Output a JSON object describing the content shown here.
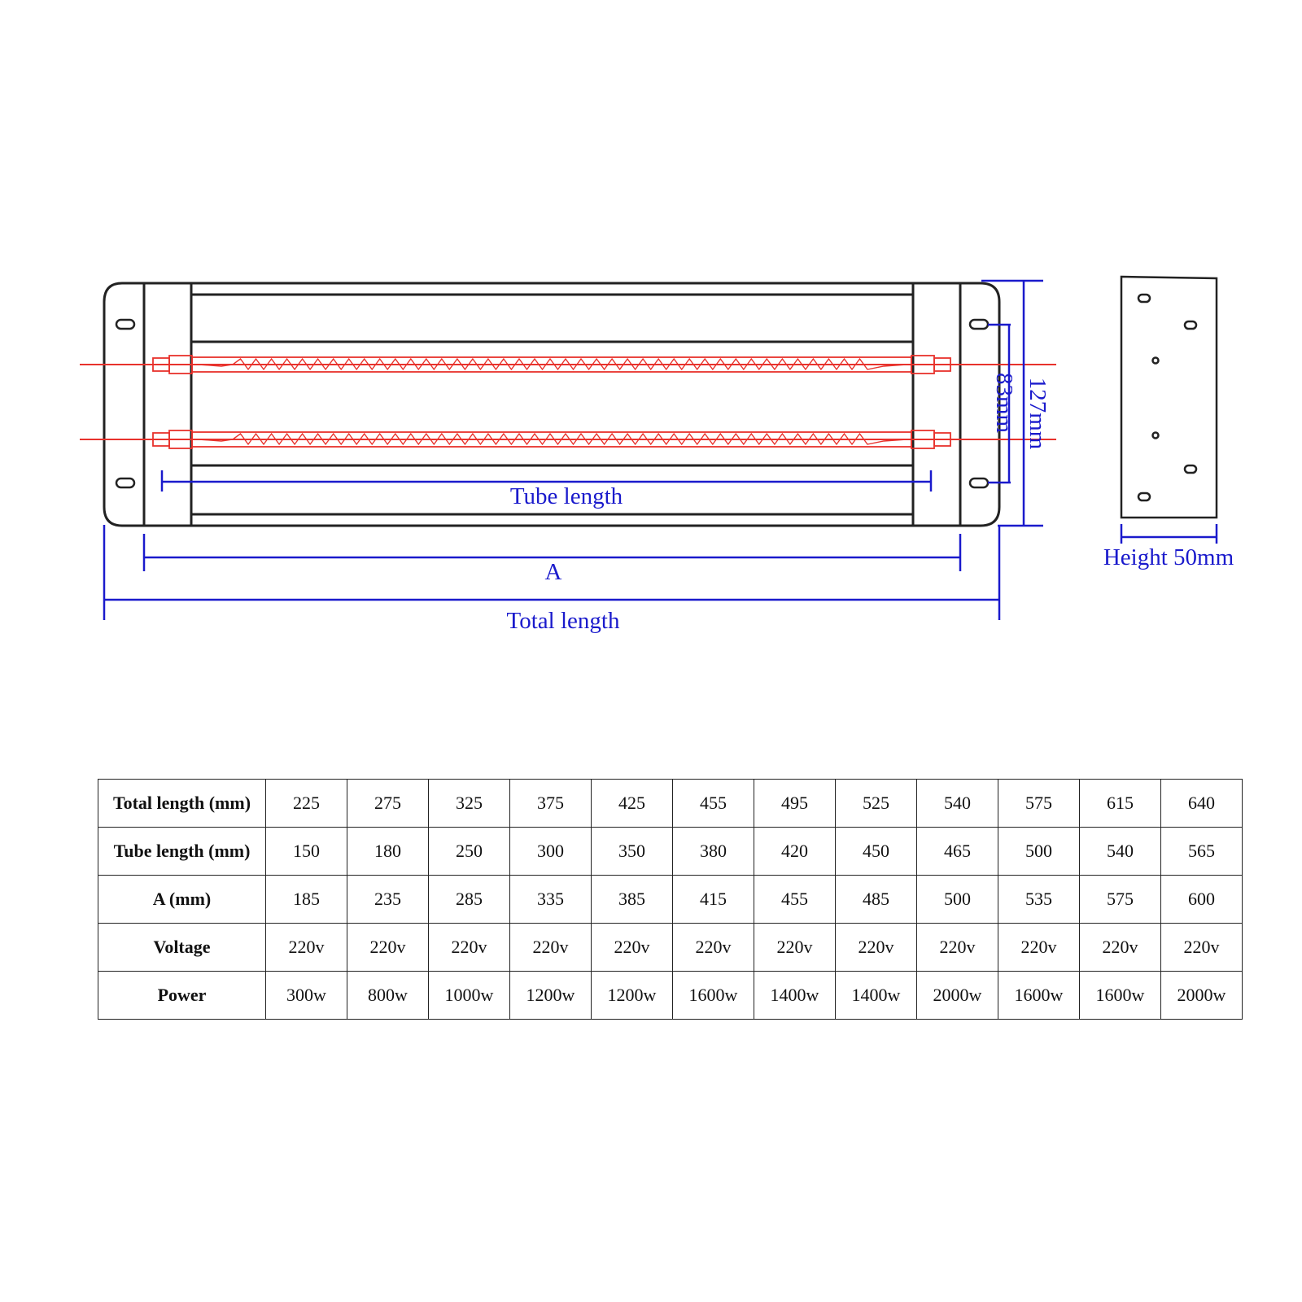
{
  "colors": {
    "dimension": "#1a1acc",
    "heater": "#e8322c",
    "outline": "#222222"
  },
  "labels": {
    "tube_length": "Tube length",
    "a": "A",
    "total_length": "Total length",
    "height": "Height 50mm",
    "inner_spacing": "83mm",
    "outer_height": "127mm"
  },
  "table": {
    "rows": [
      {
        "header": "Total length (mm)",
        "cells": [
          "225",
          "275",
          "325",
          "375",
          "425",
          "455",
          "495",
          "525",
          "540",
          "575",
          "615",
          "640"
        ]
      },
      {
        "header": "Tube length (mm)",
        "cells": [
          "150",
          "180",
          "250",
          "300",
          "350",
          "380",
          "420",
          "450",
          "465",
          "500",
          "540",
          "565"
        ]
      },
      {
        "header": "A (mm)",
        "cells": [
          "185",
          "235",
          "285",
          "335",
          "385",
          "415",
          "455",
          "485",
          "500",
          "535",
          "575",
          "600"
        ]
      },
      {
        "header": "Voltage",
        "cells": [
          "220v",
          "220v",
          "220v",
          "220v",
          "220v",
          "220v",
          "220v",
          "220v",
          "220v",
          "220v",
          "220v",
          "220v"
        ]
      },
      {
        "header": "Power",
        "cells": [
          "300w",
          "800w",
          "1000w",
          "1200w",
          "1200w",
          "1600w",
          "1400w",
          "1400w",
          "2000w",
          "1600w",
          "1600w",
          "2000w"
        ]
      }
    ]
  }
}
